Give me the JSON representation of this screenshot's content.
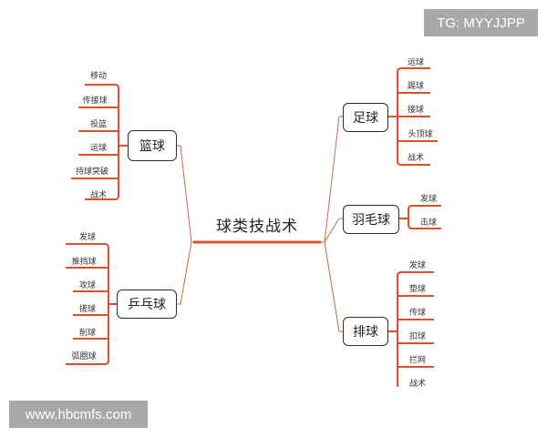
{
  "title": "球类技战术",
  "colors": {
    "branch": "#e0502c",
    "connector": "#c86a4a",
    "node_border": "#2c2c2c",
    "watermark_bg": "#a8a8a8"
  },
  "branches": {
    "basketball": {
      "label": "篮球",
      "leaves": [
        "移动",
        "传接球",
        "投篮",
        "运球",
        "持球突破",
        "战术"
      ]
    },
    "pingpong": {
      "label": "乒乓球",
      "leaves": [
        "发球",
        "推挡球",
        "攻球",
        "搓球",
        "削球",
        "弧圈球"
      ]
    },
    "football": {
      "label": "足球",
      "leaves": [
        "运球",
        "踢球",
        "接球",
        "头顶球",
        "战术"
      ]
    },
    "badminton": {
      "label": "羽毛球",
      "leaves": [
        "发球",
        "击球"
      ]
    },
    "volleyball": {
      "label": "排球",
      "leaves": [
        "发球",
        "垫球",
        "传球",
        "扣球",
        "拦网",
        "战术"
      ]
    }
  },
  "watermarks": {
    "top_right": "TG: MYYJJPP",
    "bottom_left": "www.hbcmfs.com"
  }
}
